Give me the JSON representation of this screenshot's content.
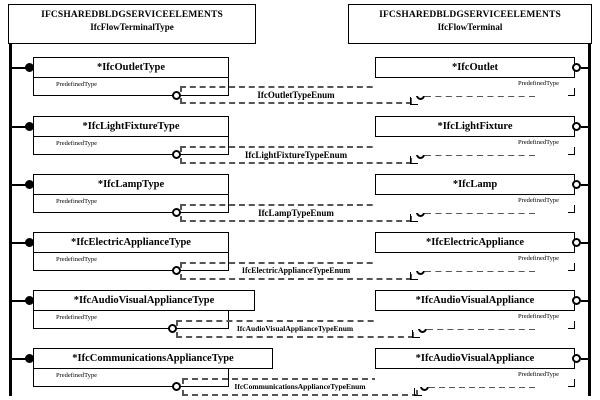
{
  "diagram": {
    "title": "IFC Flow Terminal type/occurrence diagram",
    "left_package": {
      "schema": "IFCSHAREDBLDGSERVICEELEMENTS",
      "entity": "IfcFlowTerminalType"
    },
    "right_package": {
      "schema": "IFCSHAREDBLDGSERVICEELEMENTS",
      "entity": "IfcFlowTerminal"
    },
    "attribute_label": "PredefinedType",
    "colors": {
      "line": "#000000",
      "dashed": "#555555",
      "background": "#ffffff"
    },
    "rows": [
      {
        "type_class": "*IfcOutletType",
        "enum": "IfcOutletTypeEnum",
        "occurrence_class": "*IfcOutlet",
        "type_attribute": "PredefinedType",
        "occurrence_attribute": "PredefinedType"
      },
      {
        "type_class": "*IfcLightFixtureType",
        "enum": "IfcLightFixtureTypeEnum",
        "occurrence_class": "*IfcLightFixture",
        "type_attribute": "PredefinedType",
        "occurrence_attribute": "PredefinedType"
      },
      {
        "type_class": "*IfcLampType",
        "enum": "IfcLampTypeEnum",
        "occurrence_class": "*IfcLamp",
        "type_attribute": "PredefinedType",
        "occurrence_attribute": "PredefinedType"
      },
      {
        "type_class": "*IfcElectricApplianceType",
        "enum": "IfcElectricApplianceTypeEnum",
        "occurrence_class": "*IfcElectricAppliance",
        "type_attribute": "PredefinedType",
        "occurrence_attribute": "PredefinedType"
      },
      {
        "type_class": "*IfcAudioVisualApplianceType",
        "enum": "IfcAudioVisualApplianceTypeEnum",
        "occurrence_class": "*IfcAudioVisualAppliance",
        "type_attribute": "PredefinedType",
        "occurrence_attribute": "PredefinedType"
      },
      {
        "type_class": "*IfcCommunicationsApplianceType",
        "enum": "IfcCommunicationsApplianceTypeEnum",
        "occurrence_class": "*IfcAudioVisualAppliance",
        "type_attribute": "PredefinedType",
        "occurrence_attribute": "PredefinedType"
      }
    ]
  }
}
